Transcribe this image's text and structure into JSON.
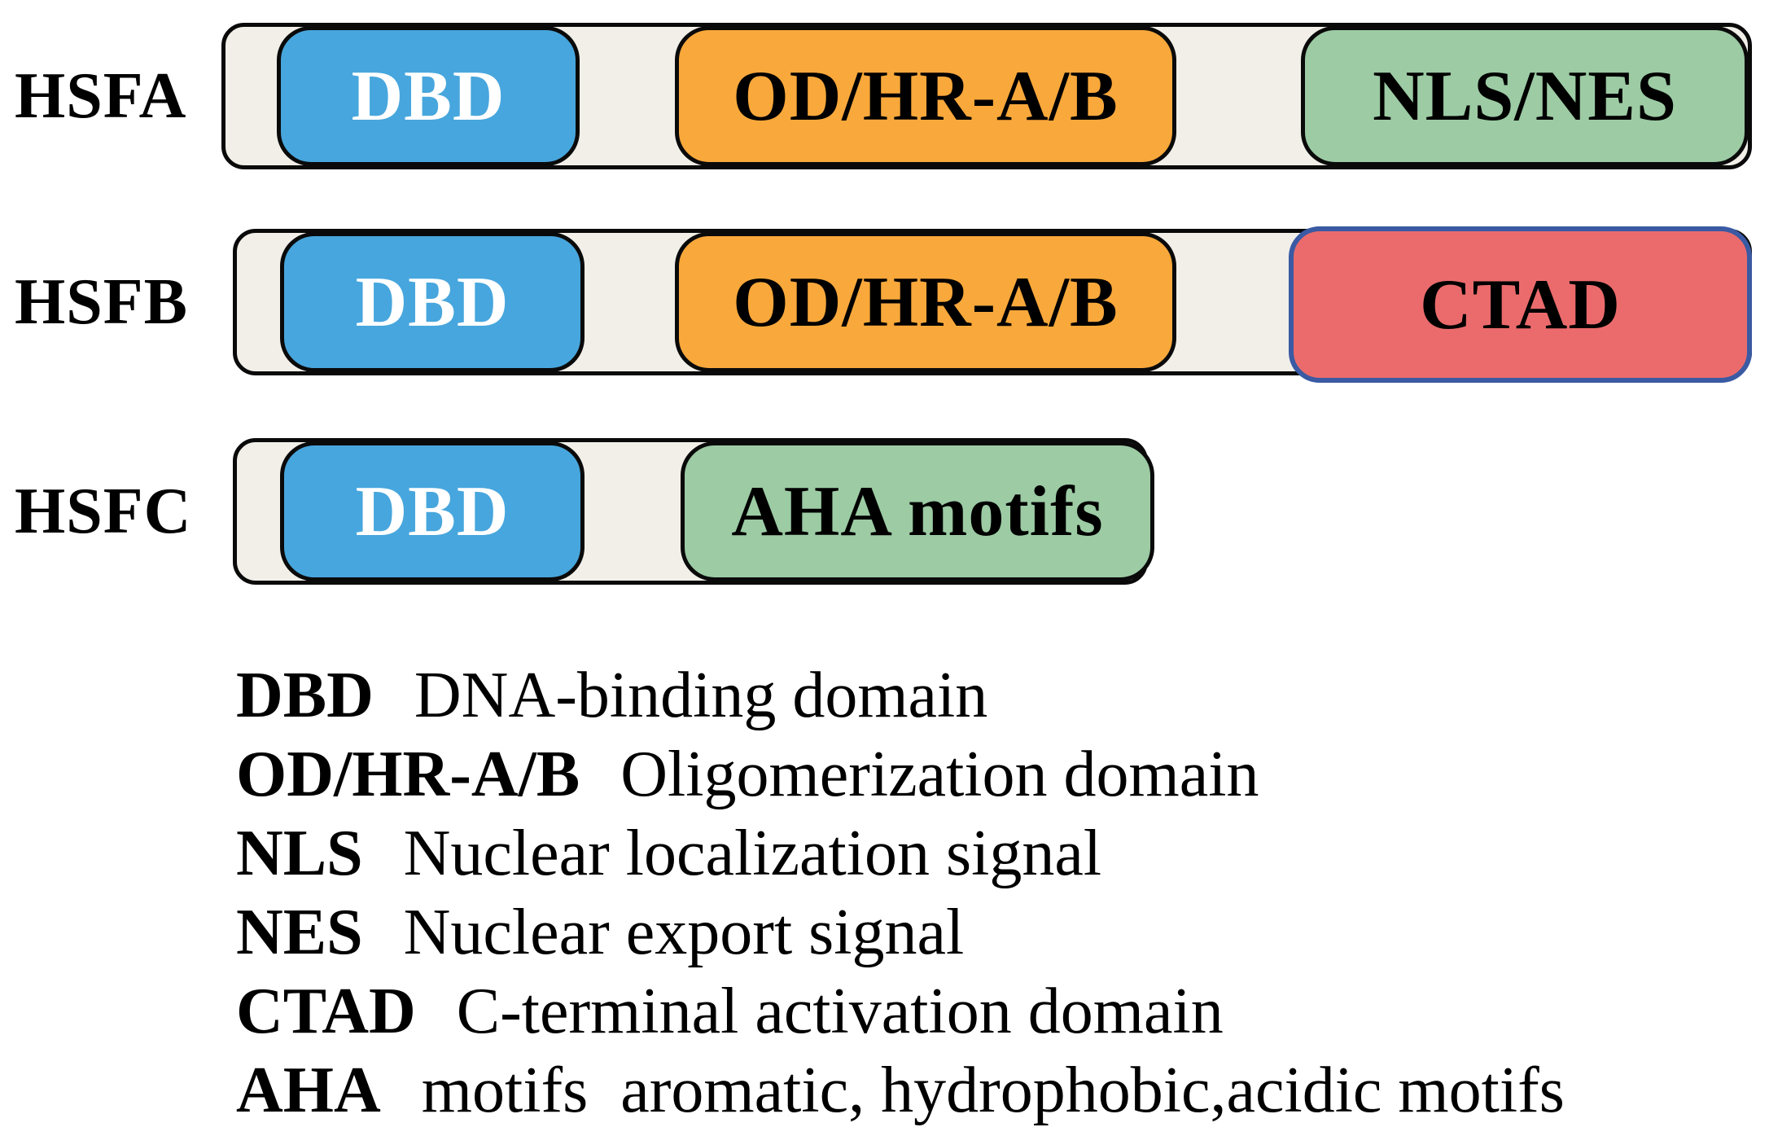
{
  "figure": {
    "title_hint": "HSF family domain structure diagram",
    "rows": [
      {
        "label": "HSFA",
        "domains": [
          {
            "id": "dbd",
            "label": "DBD",
            "color": "#47a6dd"
          },
          {
            "id": "od",
            "label": "OD/HR-A/B",
            "color": "#f9a83b"
          },
          {
            "id": "nls",
            "label": "NLS/NES",
            "color": "#9ccba4"
          }
        ]
      },
      {
        "label": "HSFB",
        "domains": [
          {
            "id": "dbd",
            "label": "DBD",
            "color": "#47a6dd"
          },
          {
            "id": "od",
            "label": "OD/HR-A/B",
            "color": "#f9a83b"
          },
          {
            "id": "ctad",
            "label": "CTAD",
            "color": "#eb6b6c",
            "border": "#3a5aa3"
          }
        ]
      },
      {
        "label": "HSFC",
        "domains": [
          {
            "id": "dbd",
            "label": "DBD",
            "color": "#47a6dd"
          },
          {
            "id": "aha",
            "label": "AHA motifs",
            "color": "#9ccba4"
          }
        ]
      }
    ],
    "legend": [
      {
        "term": "DBD",
        "definition": "DNA-binding domain"
      },
      {
        "term": "OD/HR-A/B",
        "definition": "Oligomerization domain"
      },
      {
        "term": "NLS",
        "definition": "Nuclear localization signal"
      },
      {
        "term": "NES",
        "definition": "Nuclear export signal"
      },
      {
        "term": "CTAD",
        "definition": "C-terminal activation domain"
      },
      {
        "term": "AHA",
        "definition": "motifs  aromatic, hydrophobic,acidic motifs"
      }
    ],
    "colors": {
      "backbone_fill": "#f1efe8",
      "outline": "#0a0a0a",
      "dbd_blue": "#47a6dd",
      "od_orange": "#f9a83b",
      "green": "#9ccba4",
      "ctad_red": "#eb6b6c",
      "ctad_border_blue": "#3a5aa3",
      "dbd_text": "#ffffff",
      "text": "#000000",
      "background": "#ffffff"
    }
  }
}
